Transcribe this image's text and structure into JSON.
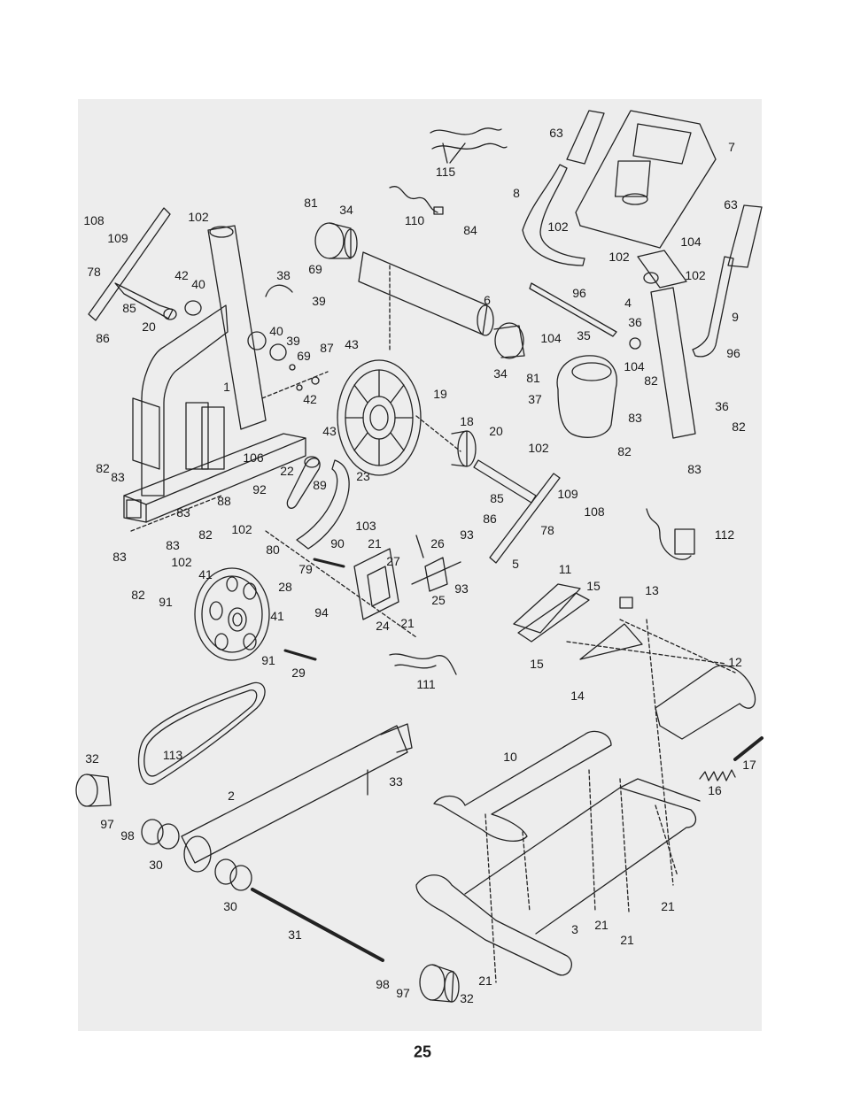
{
  "page_number": "25",
  "callouts": [
    {
      "id": "1",
      "text": "1"
    },
    {
      "id": "2",
      "text": "2"
    },
    {
      "id": "3",
      "text": "3"
    },
    {
      "id": "4",
      "text": "4"
    },
    {
      "id": "5",
      "text": "5"
    },
    {
      "id": "6",
      "text": "6"
    },
    {
      "id": "7",
      "text": "7"
    },
    {
      "id": "8",
      "text": "8"
    },
    {
      "id": "9",
      "text": "9"
    },
    {
      "id": "10",
      "text": "10"
    },
    {
      "id": "11",
      "text": "11"
    },
    {
      "id": "12",
      "text": "12"
    },
    {
      "id": "13",
      "text": "13"
    },
    {
      "id": "14",
      "text": "14"
    },
    {
      "id": "15a",
      "text": "15"
    },
    {
      "id": "15b",
      "text": "15"
    },
    {
      "id": "16",
      "text": "16"
    },
    {
      "id": "17",
      "text": "17"
    },
    {
      "id": "18",
      "text": "18"
    },
    {
      "id": "19",
      "text": "19"
    },
    {
      "id": "20a",
      "text": "20"
    },
    {
      "id": "20b",
      "text": "20"
    },
    {
      "id": "21a",
      "text": "21"
    },
    {
      "id": "21b",
      "text": "21"
    },
    {
      "id": "21c",
      "text": "21"
    },
    {
      "id": "21d",
      "text": "21"
    },
    {
      "id": "21e",
      "text": "21"
    },
    {
      "id": "21f",
      "text": "21"
    },
    {
      "id": "22",
      "text": "22"
    },
    {
      "id": "23",
      "text": "23"
    },
    {
      "id": "24",
      "text": "24"
    },
    {
      "id": "25",
      "text": "25"
    },
    {
      "id": "26",
      "text": "26"
    },
    {
      "id": "27",
      "text": "27"
    },
    {
      "id": "28",
      "text": "28"
    },
    {
      "id": "29",
      "text": "29"
    },
    {
      "id": "30a",
      "text": "30"
    },
    {
      "id": "30b",
      "text": "30"
    },
    {
      "id": "31",
      "text": "31"
    },
    {
      "id": "32a",
      "text": "32"
    },
    {
      "id": "32b",
      "text": "32"
    },
    {
      "id": "33",
      "text": "33"
    },
    {
      "id": "34a",
      "text": "34"
    },
    {
      "id": "34b",
      "text": "34"
    },
    {
      "id": "35",
      "text": "35"
    },
    {
      "id": "36a",
      "text": "36"
    },
    {
      "id": "36b",
      "text": "36"
    },
    {
      "id": "37",
      "text": "37"
    },
    {
      "id": "38",
      "text": "38"
    },
    {
      "id": "39a",
      "text": "39"
    },
    {
      "id": "39b",
      "text": "39"
    },
    {
      "id": "40a",
      "text": "40"
    },
    {
      "id": "40b",
      "text": "40"
    },
    {
      "id": "41a",
      "text": "41"
    },
    {
      "id": "41b",
      "text": "41"
    },
    {
      "id": "42a",
      "text": "42"
    },
    {
      "id": "42b",
      "text": "42"
    },
    {
      "id": "43a",
      "text": "43"
    },
    {
      "id": "43b",
      "text": "43"
    },
    {
      "id": "63a",
      "text": "63"
    },
    {
      "id": "63b",
      "text": "63"
    },
    {
      "id": "69a",
      "text": "69"
    },
    {
      "id": "69b",
      "text": "69"
    },
    {
      "id": "78a",
      "text": "78"
    },
    {
      "id": "78b",
      "text": "78"
    },
    {
      "id": "79",
      "text": "79"
    },
    {
      "id": "80",
      "text": "80"
    },
    {
      "id": "81a",
      "text": "81"
    },
    {
      "id": "81b",
      "text": "81"
    },
    {
      "id": "82a",
      "text": "82"
    },
    {
      "id": "82b",
      "text": "82"
    },
    {
      "id": "82c",
      "text": "82"
    },
    {
      "id": "82d",
      "text": "82"
    },
    {
      "id": "82e",
      "text": "82"
    },
    {
      "id": "82f",
      "text": "82"
    },
    {
      "id": "83a",
      "text": "83"
    },
    {
      "id": "83b",
      "text": "83"
    },
    {
      "id": "83c",
      "text": "83"
    },
    {
      "id": "83d",
      "text": "83"
    },
    {
      "id": "83e",
      "text": "83"
    },
    {
      "id": "83f",
      "text": "83"
    },
    {
      "id": "84",
      "text": "84"
    },
    {
      "id": "85a",
      "text": "85"
    },
    {
      "id": "85b",
      "text": "85"
    },
    {
      "id": "86a",
      "text": "86"
    },
    {
      "id": "86b",
      "text": "86"
    },
    {
      "id": "87",
      "text": "87"
    },
    {
      "id": "88",
      "text": "88"
    },
    {
      "id": "89",
      "text": "89"
    },
    {
      "id": "90",
      "text": "90"
    },
    {
      "id": "91a",
      "text": "91"
    },
    {
      "id": "91b",
      "text": "91"
    },
    {
      "id": "92",
      "text": "92"
    },
    {
      "id": "93a",
      "text": "93"
    },
    {
      "id": "93b",
      "text": "93"
    },
    {
      "id": "94",
      "text": "94"
    },
    {
      "id": "96a",
      "text": "96"
    },
    {
      "id": "96b",
      "text": "96"
    },
    {
      "id": "97a",
      "text": "97"
    },
    {
      "id": "97b",
      "text": "97"
    },
    {
      "id": "98a",
      "text": "98"
    },
    {
      "id": "98b",
      "text": "98"
    },
    {
      "id": "102a",
      "text": "102"
    },
    {
      "id": "102b",
      "text": "102"
    },
    {
      "id": "102c",
      "text": "102"
    },
    {
      "id": "102d",
      "text": "102"
    },
    {
      "id": "102e",
      "text": "102"
    },
    {
      "id": "102f",
      "text": "102"
    },
    {
      "id": "102g",
      "text": "102"
    },
    {
      "id": "103",
      "text": "103"
    },
    {
      "id": "104a",
      "text": "104"
    },
    {
      "id": "104b",
      "text": "104"
    },
    {
      "id": "104c",
      "text": "104"
    },
    {
      "id": "106",
      "text": "106"
    },
    {
      "id": "108a",
      "text": "108"
    },
    {
      "id": "108b",
      "text": "108"
    },
    {
      "id": "109a",
      "text": "109"
    },
    {
      "id": "109b",
      "text": "109"
    },
    {
      "id": "110",
      "text": "110"
    },
    {
      "id": "111",
      "text": "111"
    },
    {
      "id": "112",
      "text": "112"
    },
    {
      "id": "113",
      "text": "113"
    },
    {
      "id": "115",
      "text": "115"
    }
  ]
}
